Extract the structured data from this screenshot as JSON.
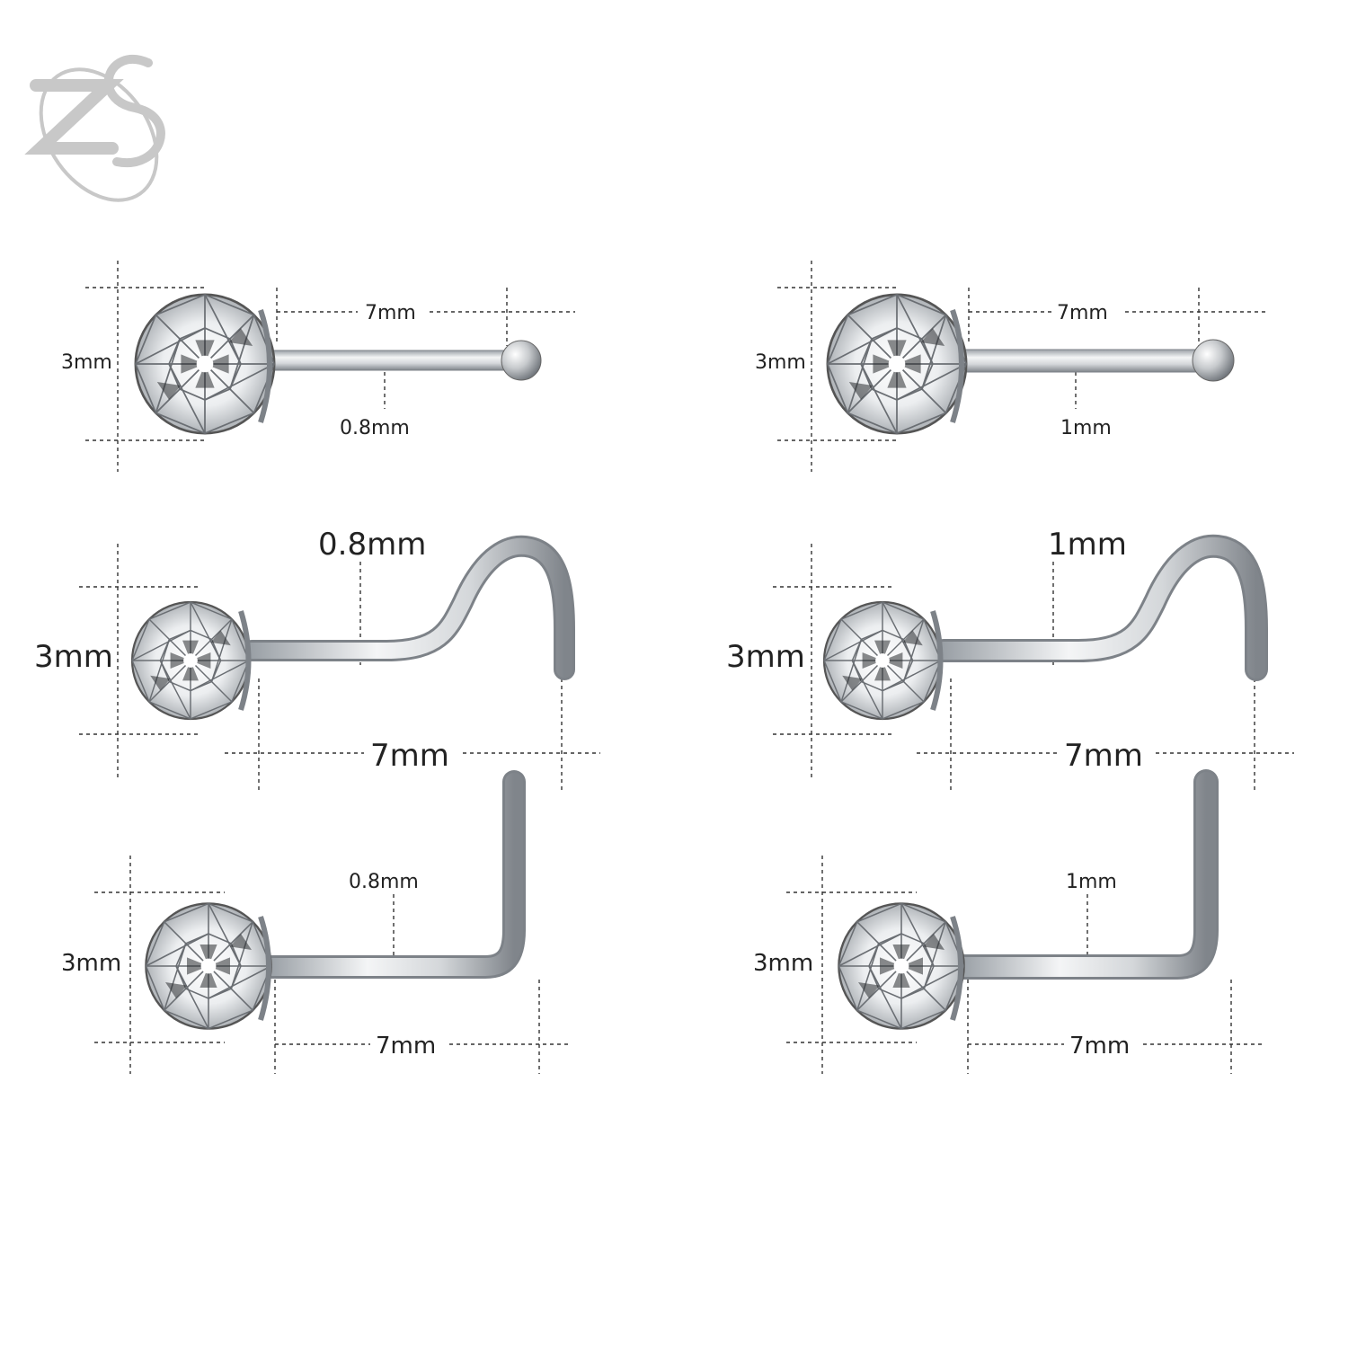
{
  "brand": {
    "logo_text": "ZS"
  },
  "diagrams": [
    {
      "id": "bone-08",
      "style": "bone",
      "gem": "3mm",
      "length": "7mm",
      "gauge": "0.8mm"
    },
    {
      "id": "bone-1",
      "style": "bone",
      "gem": "3mm",
      "length": "7mm",
      "gauge": "1mm"
    },
    {
      "id": "screw-08",
      "style": "screw",
      "gem": "3mm",
      "length": "7mm",
      "gauge": "0.8mm"
    },
    {
      "id": "screw-1",
      "style": "screw",
      "gem": "3mm",
      "length": "7mm",
      "gauge": "1mm"
    },
    {
      "id": "l-shape-08",
      "style": "l-shape",
      "gem": "3mm",
      "length": "7mm",
      "gauge": "0.8mm"
    },
    {
      "id": "l-shape-1",
      "style": "l-shape",
      "gem": "3mm",
      "length": "7mm",
      "gauge": "1mm"
    }
  ],
  "colors": {
    "metal": "#c9ccd0",
    "metal_dark": "#8e9297",
    "line": "#333333",
    "logo": "#c8c8c8"
  }
}
